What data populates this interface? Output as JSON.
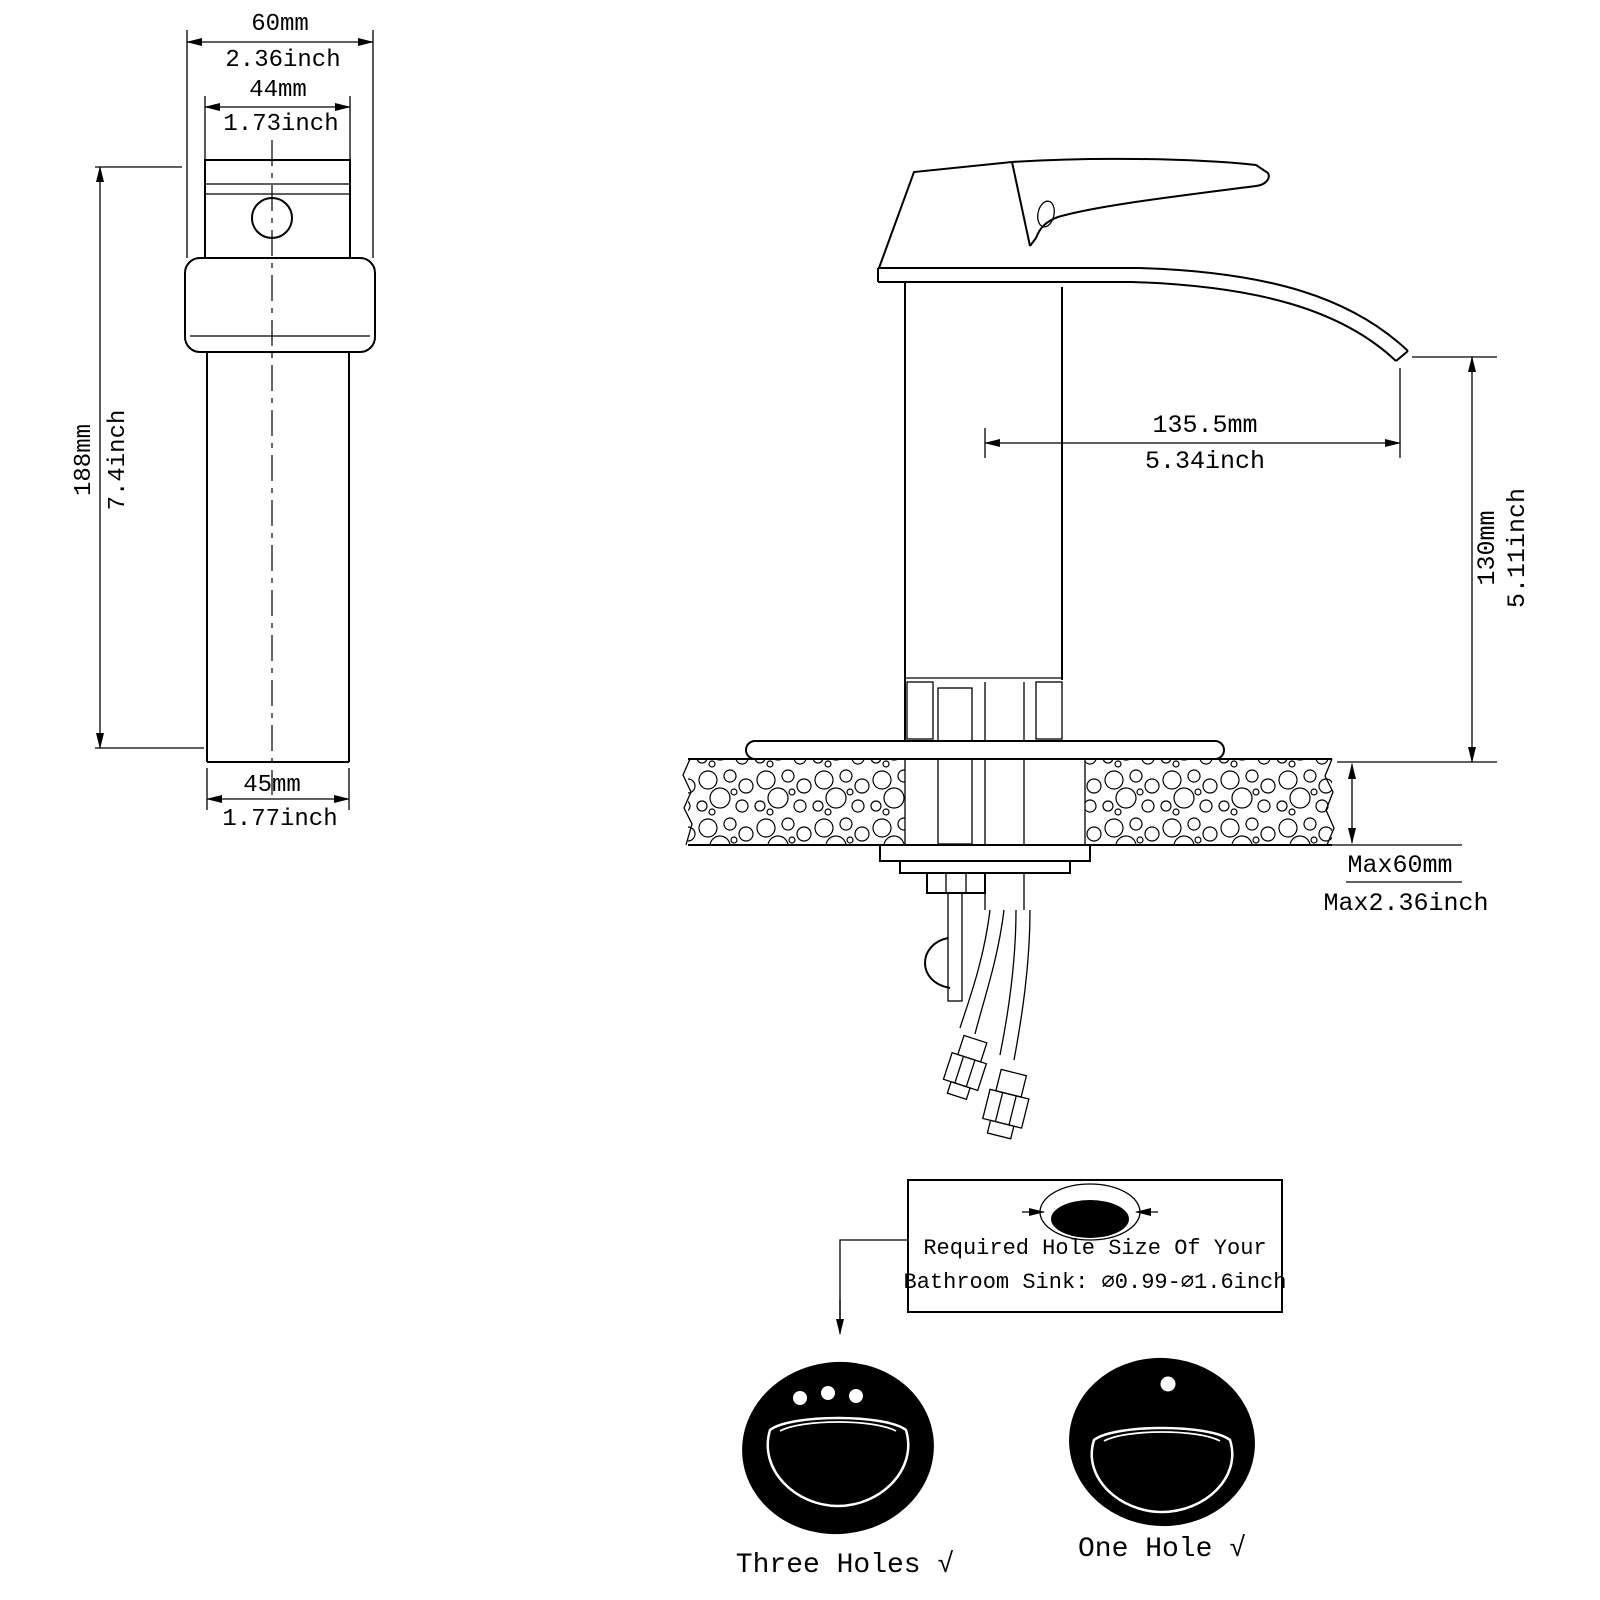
{
  "diagram": {
    "front_view": {
      "top_width_mm": "60mm",
      "top_width_inch": "2.36inch",
      "spout_width_mm": "44mm",
      "spout_width_inch": "1.73inch",
      "height_mm": "188mm",
      "height_inch": "7.4inch",
      "base_width_mm": "45mm",
      "base_width_inch": "1.77inch"
    },
    "side_view": {
      "spout_reach_mm": "135.5mm",
      "spout_reach_inch": "5.34inch",
      "spout_height_mm": "130mm",
      "spout_height_inch": "5.11inch",
      "max_thickness_mm": "Max60mm",
      "max_thickness_inch": "Max2.36inch"
    },
    "hole_note": {
      "line1": "Required Hole Size Of Your",
      "line2": "Bathroom Sink: ∅0.99-∅1.6inch"
    },
    "sink_options": {
      "three_holes": "Three Holes √",
      "one_hole": "One Hole √"
    }
  }
}
